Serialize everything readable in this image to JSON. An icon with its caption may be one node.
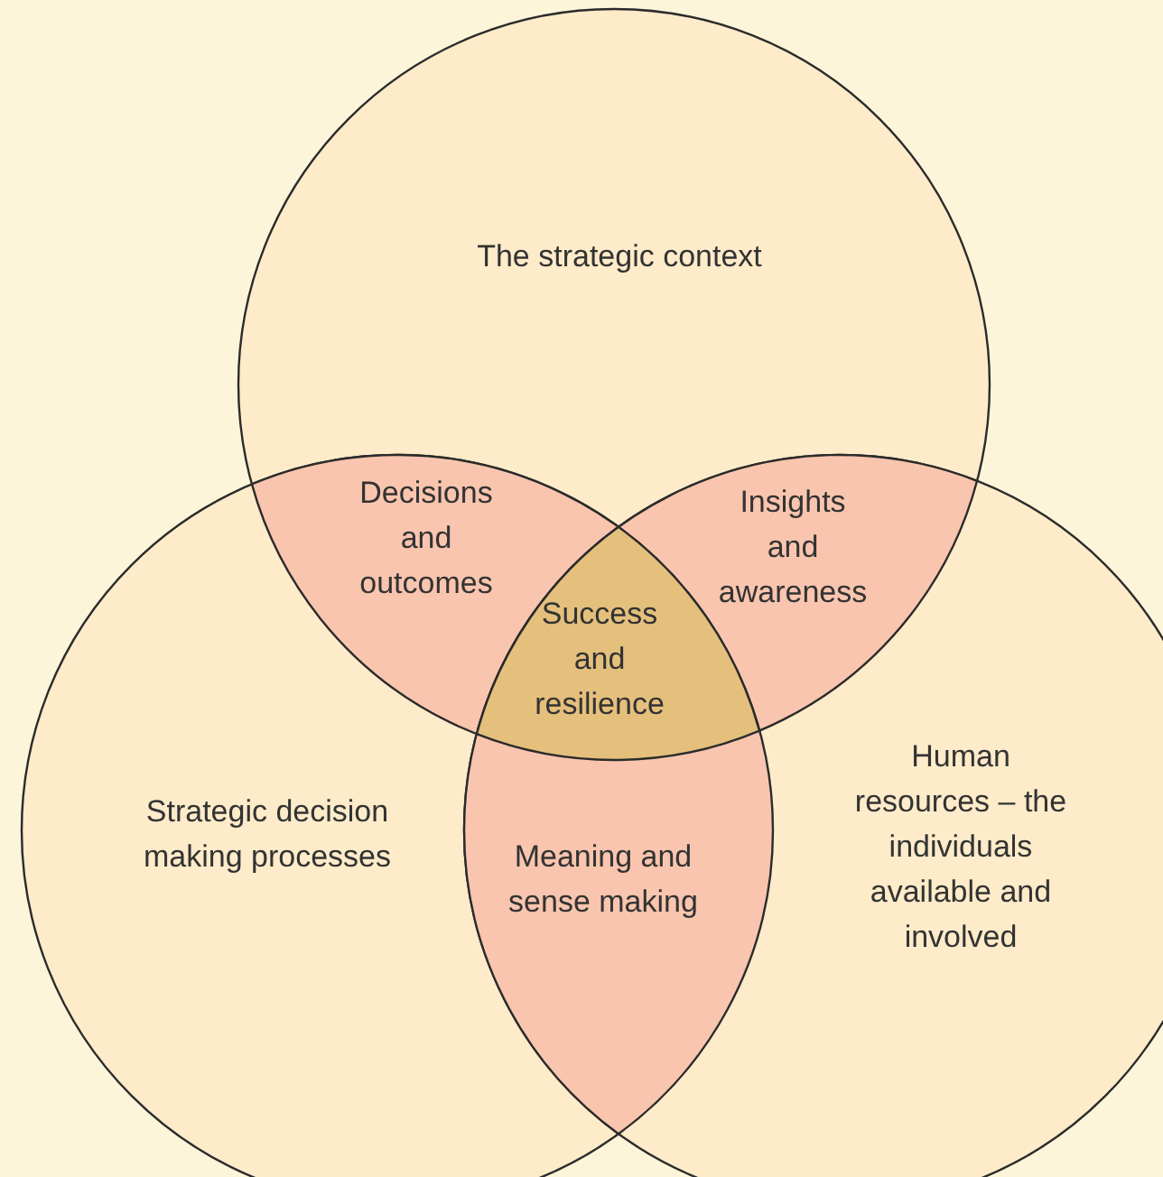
{
  "diagram": {
    "nodes": [
      {
        "text": [
          "The strategic context"
        ]
      },
      {
        "text": [
          "Strategic decision making processes"
        ]
      },
      {
        "text": [
          "Human resources – the individuals available and involved"
        ]
      },
      {
        "text": [
          "Decisions and outcomes"
        ]
      },
      {
        "text": [
          "Insights and awareness"
        ]
      },
      {
        "text": [
          "Success and resilience"
        ]
      },
      {
        "text": [
          "Meaning and sense making"
        ]
      }
    ],
    "edges": []
  }
}
